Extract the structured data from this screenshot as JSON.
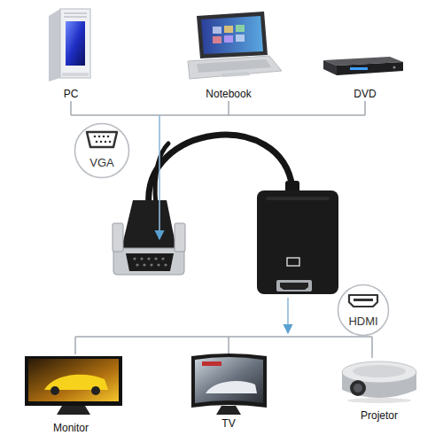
{
  "diagram": {
    "nodes": [
      {
        "text": [
          "PC"
        ]
      },
      {
        "text": [
          "Notebook"
        ]
      },
      {
        "text": [
          "DVD"
        ]
      },
      {
        "text": [
          "VGA"
        ]
      },
      {
        "text": [
          "HDMI"
        ]
      },
      {
        "text": [
          "Monitor"
        ]
      },
      {
        "text": [
          "TV"
        ]
      },
      {
        "text": [
          "Projetor"
        ]
      }
    ]
  }
}
